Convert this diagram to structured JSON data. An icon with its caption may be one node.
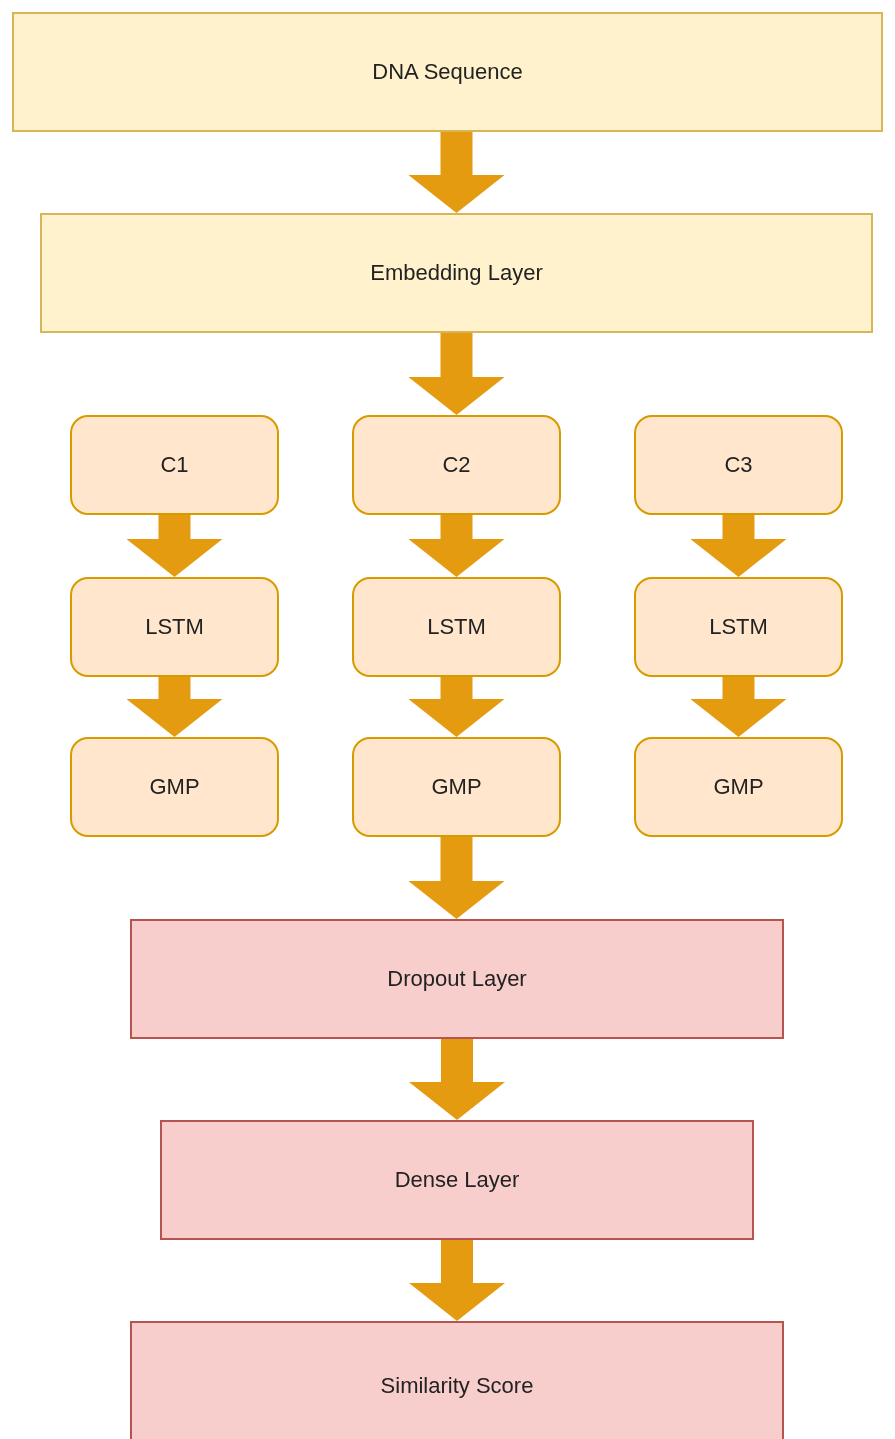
{
  "diagram": {
    "nodes": [
      {
        "text": [
          "DNA Sequence"
        ]
      },
      {
        "text": [
          "Embedding Layer"
        ]
      },
      {
        "text": [
          "C1"
        ]
      },
      {
        "text": [
          "C2"
        ]
      },
      {
        "text": [
          "C3"
        ]
      },
      {
        "text": [
          "LSTM"
        ]
      },
      {
        "text": [
          "LSTM"
        ]
      },
      {
        "text": [
          "LSTM"
        ]
      },
      {
        "text": [
          "GMP"
        ]
      },
      {
        "text": [
          "GMP"
        ]
      },
      {
        "text": [
          "GMP"
        ]
      },
      {
        "text": [
          "Dropout Layer"
        ]
      },
      {
        "text": [
          "Dense Layer"
        ]
      },
      {
        "text": [
          "Similarity Score"
        ]
      }
    ],
    "edges": [
      {
        "from": 0,
        "to": 1,
        "arrow": "to"
      },
      {
        "from": 1,
        "to": 3,
        "arrow": "to"
      },
      {
        "from": 2,
        "to": 5,
        "arrow": "to"
      },
      {
        "from": 3,
        "to": 6,
        "arrow": "to"
      },
      {
        "from": 4,
        "to": 7,
        "arrow": "to"
      },
      {
        "from": 5,
        "to": 8,
        "arrow": "to"
      },
      {
        "from": 6,
        "to": 9,
        "arrow": "to"
      },
      {
        "from": 7,
        "to": 10,
        "arrow": "to"
      },
      {
        "from": 9,
        "to": 11,
        "arrow": "to"
      },
      {
        "from": 11,
        "to": 12,
        "arrow": "to"
      },
      {
        "from": 12,
        "to": 13,
        "arrow": "to"
      }
    ]
  }
}
